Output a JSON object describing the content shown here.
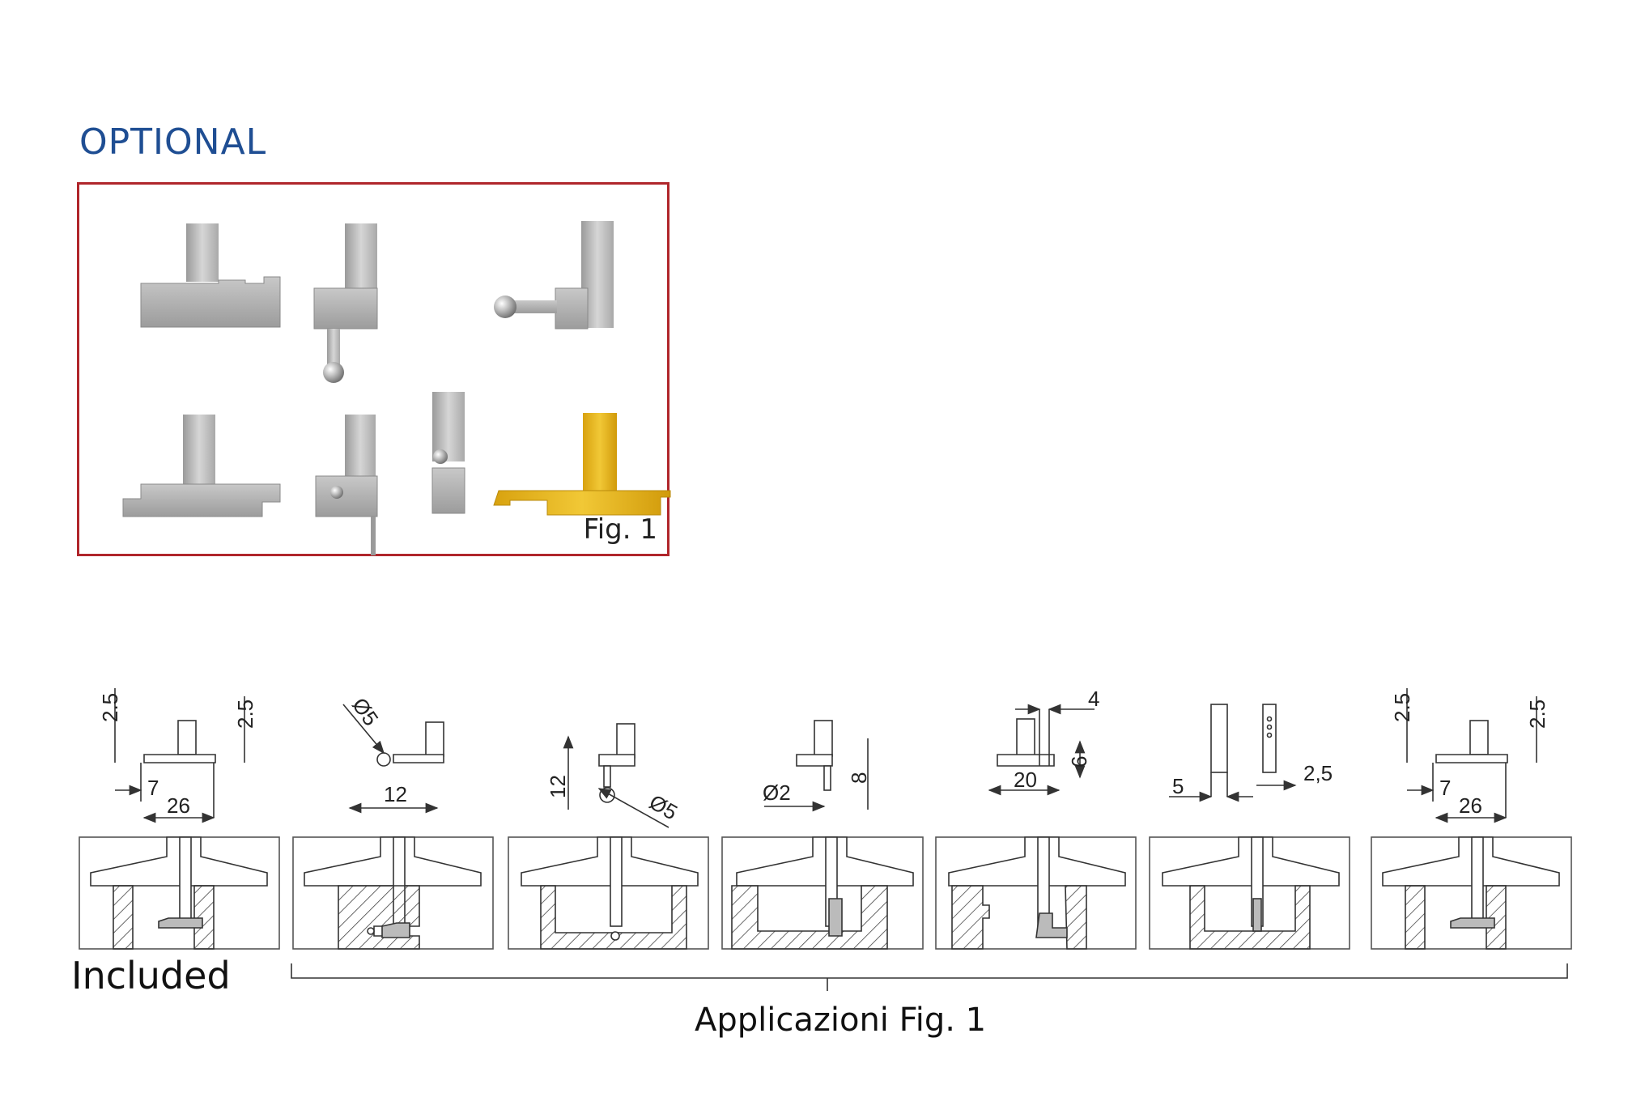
{
  "optional": {
    "title": "OPTIONAL",
    "photo_caption": "Fig. 1"
  },
  "included": {
    "label": "Included"
  },
  "applications": {
    "label": "Applicazioni Fig. 1"
  },
  "dimensions": {
    "p1": {
      "a": "2.5",
      "b": "2.5",
      "c": "7",
      "d": "26"
    },
    "p2": {
      "a": "Ø5",
      "b": "12"
    },
    "p3": {
      "a": "12",
      "b": "Ø5"
    },
    "p4": {
      "a": "Ø2",
      "b": "8"
    },
    "p5": {
      "a": "4",
      "b": "6",
      "c": "20"
    },
    "p6": {
      "a": "5",
      "b": "2,5"
    },
    "p7": {
      "a": "2.5",
      "b": "2.5",
      "c": "7",
      "d": "26"
    }
  },
  "colors": {
    "title": "#1f4e93",
    "frame": "#b0262b",
    "probe_yellow": "#e7b718"
  }
}
